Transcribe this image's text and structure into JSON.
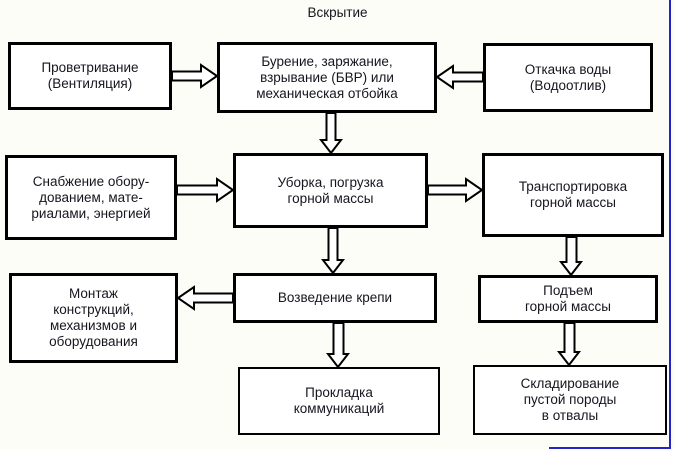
{
  "title": "Вскрытие",
  "colors": {
    "box_border": "#000000",
    "box_fill": "#ffffff",
    "text": "#15151f",
    "background": "#fdfdf8",
    "edge_line": "#2323c8"
  },
  "boxes": [
    {
      "id": "ventilation",
      "label": "Проветривание\n(Вентиляция)"
    },
    {
      "id": "drilling",
      "label": "Бурение, заряжание,\nвзрывание (БВР) или\nмеханическая отбойка"
    },
    {
      "id": "water-pumping",
      "label": "Откачка воды\n(Водоотлив)"
    },
    {
      "id": "supply",
      "label": "Снабжение обору-\nдованием, мате-\nриалами, энергией"
    },
    {
      "id": "mucking",
      "label": "Уборка, погрузка\nгорной массы"
    },
    {
      "id": "transport",
      "label": "Транспортировка\nгорной массы"
    },
    {
      "id": "installation",
      "label": "Монтаж\nконструкций,\nмеханизмов и\nоборудования"
    },
    {
      "id": "support",
      "label": "Возведение крепи"
    },
    {
      "id": "hoisting",
      "label": "Подъем\nгорной массы"
    },
    {
      "id": "utilities",
      "label": "Прокладка\nкоммуникаций"
    },
    {
      "id": "dumping",
      "label": "Складирование\nпустой породы\nв отвалы"
    }
  ],
  "arrows": [
    {
      "from": "ventilation",
      "to": "drilling",
      "direction": "right"
    },
    {
      "from": "water-pumping",
      "to": "drilling",
      "direction": "left"
    },
    {
      "from": "drilling",
      "to": "mucking",
      "direction": "down"
    },
    {
      "from": "supply",
      "to": "mucking",
      "direction": "right"
    },
    {
      "from": "mucking",
      "to": "transport",
      "direction": "right"
    },
    {
      "from": "mucking",
      "to": "support",
      "direction": "down"
    },
    {
      "from": "transport",
      "to": "hoisting",
      "direction": "down"
    },
    {
      "from": "support",
      "to": "installation",
      "direction": "left"
    },
    {
      "from": "support",
      "to": "utilities",
      "direction": "down"
    },
    {
      "from": "hoisting",
      "to": "dumping",
      "direction": "down"
    }
  ]
}
